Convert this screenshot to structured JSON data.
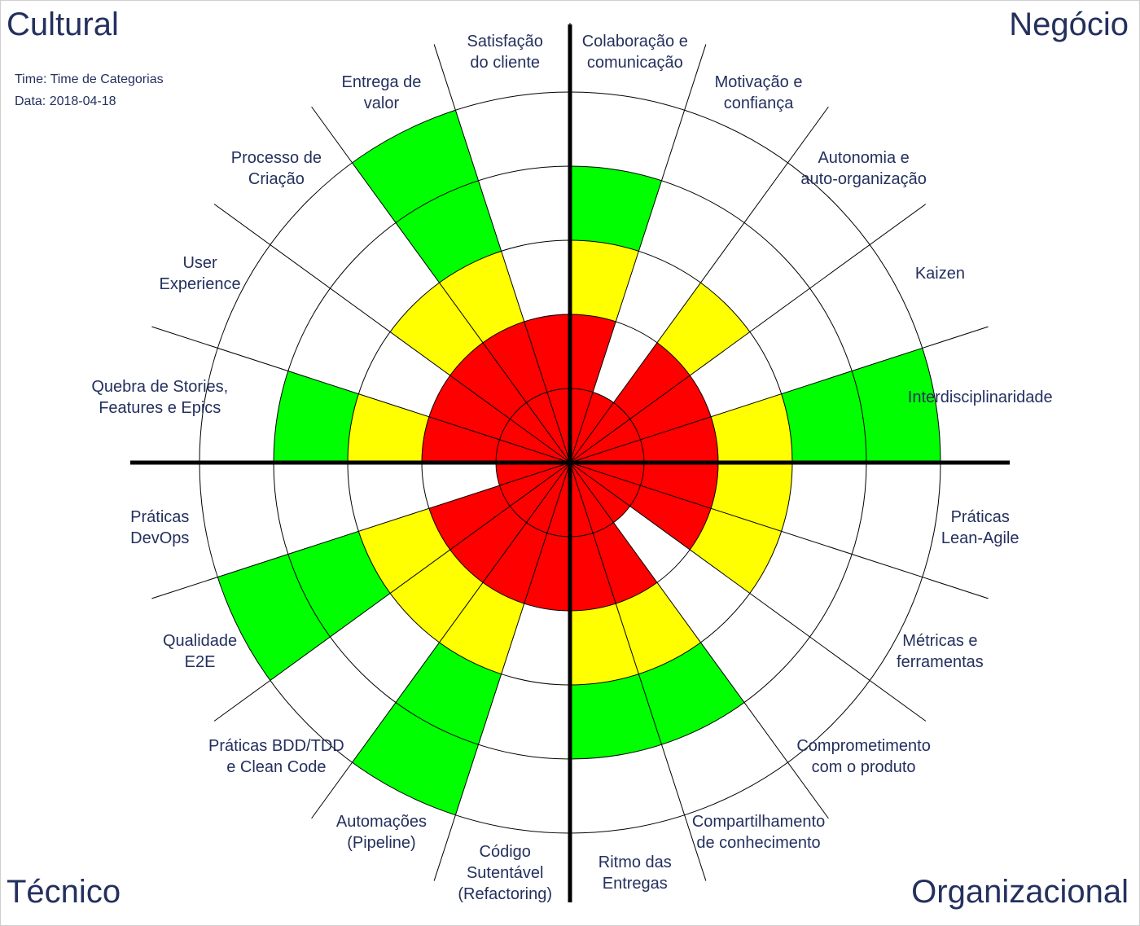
{
  "quadrants": {
    "top_left": "Cultural",
    "top_right": "Negócio",
    "bottom_left": "Técnico",
    "bottom_right": "Organizacional"
  },
  "meta": {
    "time": "Time: Time de Categorias",
    "date": "Data: 2018-04-18"
  },
  "colors": {
    "level_1": "#ff0000",
    "level_2": "#ff0000",
    "level_3": "#ffff00",
    "level_4": "#00ff00",
    "level_5": "#00ff00",
    "grid": "#000000",
    "text": "#24305e"
  },
  "chart_data": {
    "type": "polar-area",
    "max_level": 5,
    "categories": [
      {
        "label": [
          "Colaboração e",
          "comunicação"
        ],
        "value": 4
      },
      {
        "label": [
          "Motivação e",
          "confiança"
        ],
        "value": 1
      },
      {
        "label": [
          "Autonomia e",
          "auto-organização"
        ],
        "value": 3
      },
      {
        "label": [
          "Kaizen"
        ],
        "value": 2
      },
      {
        "label": [
          "Interdisciplinaridade"
        ],
        "value": 5
      },
      {
        "label": [
          "Práticas",
          "Lean-Agile"
        ],
        "value": 3
      },
      {
        "label": [
          "Métricas e",
          "ferramentas"
        ],
        "value": 3
      },
      {
        "label": [
          "Comprometimento",
          "com o produto"
        ],
        "value": 1
      },
      {
        "label": [
          "Compartilhamento",
          "de conhecimento"
        ],
        "value": 4
      },
      {
        "label": [
          "Ritmo das",
          "Entregas"
        ],
        "value": 4
      },
      {
        "label": [
          "Código",
          "Sutentável",
          "(Refactoring)"
        ],
        "value": 2
      },
      {
        "label": [
          "Automações",
          "(Pipeline)"
        ],
        "value": 5
      },
      {
        "label": [
          "Práticas BDD/TDD",
          "e Clean Code"
        ],
        "value": 3
      },
      {
        "label": [
          "Qualidade",
          "E2E"
        ],
        "value": 5
      },
      {
        "label": [
          "Práticas",
          "DevOps"
        ],
        "value": 1
      },
      {
        "label": [
          "Quebra de Stories,",
          "Features e Epics"
        ],
        "value": 4
      },
      {
        "label": [
          "User",
          "Experience"
        ],
        "value": 2
      },
      {
        "label": [
          "Processo de",
          "Criação"
        ],
        "value": 3
      },
      {
        "label": [
          "Entrega de",
          "valor"
        ],
        "value": 5
      },
      {
        "label": [
          "Satisfação",
          "do cliente"
        ],
        "value": 2
      }
    ]
  }
}
